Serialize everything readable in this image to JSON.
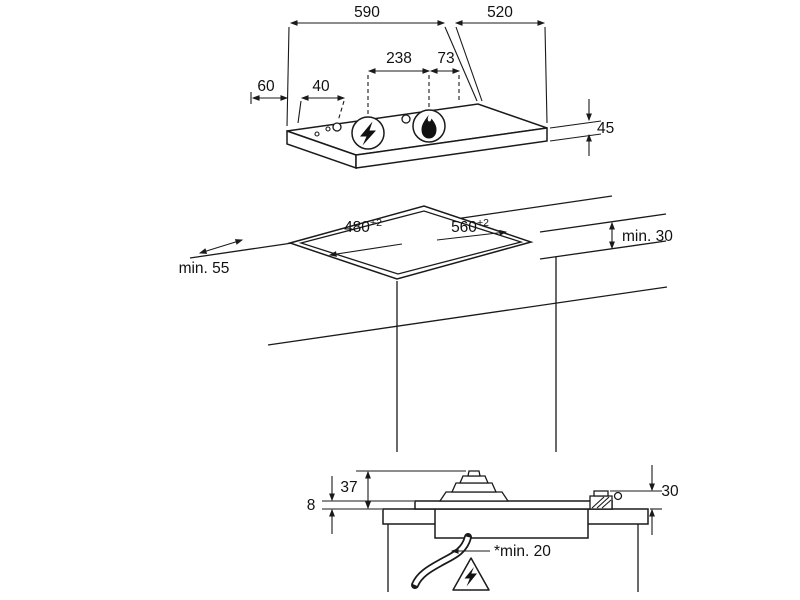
{
  "colors": {
    "background": "#ffffff",
    "line": "#1a1a1a",
    "symbol": "#111111"
  },
  "top_view": {
    "total_width": "590",
    "total_depth": "520",
    "burner_spacing": "238",
    "burner_to_edge": "73",
    "edge_offset": "60",
    "fixing_offset": "40",
    "hob_height": "45",
    "electric_symbol": "lightning-bolt-icon",
    "gas_symbol": "flame-icon"
  },
  "cutout_view": {
    "cutout_depth": "480",
    "cutout_depth_tolerance": "+2",
    "cutout_width": "560",
    "cutout_width_tolerance": "+2",
    "front_clearance": "min. 55",
    "rear_clearance": "min. 30"
  },
  "section_view": {
    "height_above_worktop": "8",
    "built_in_height": "37",
    "connection_height": "30",
    "cable_clearance": "*min. 20",
    "hazard_symbol": "electric-shock-warning-icon"
  }
}
